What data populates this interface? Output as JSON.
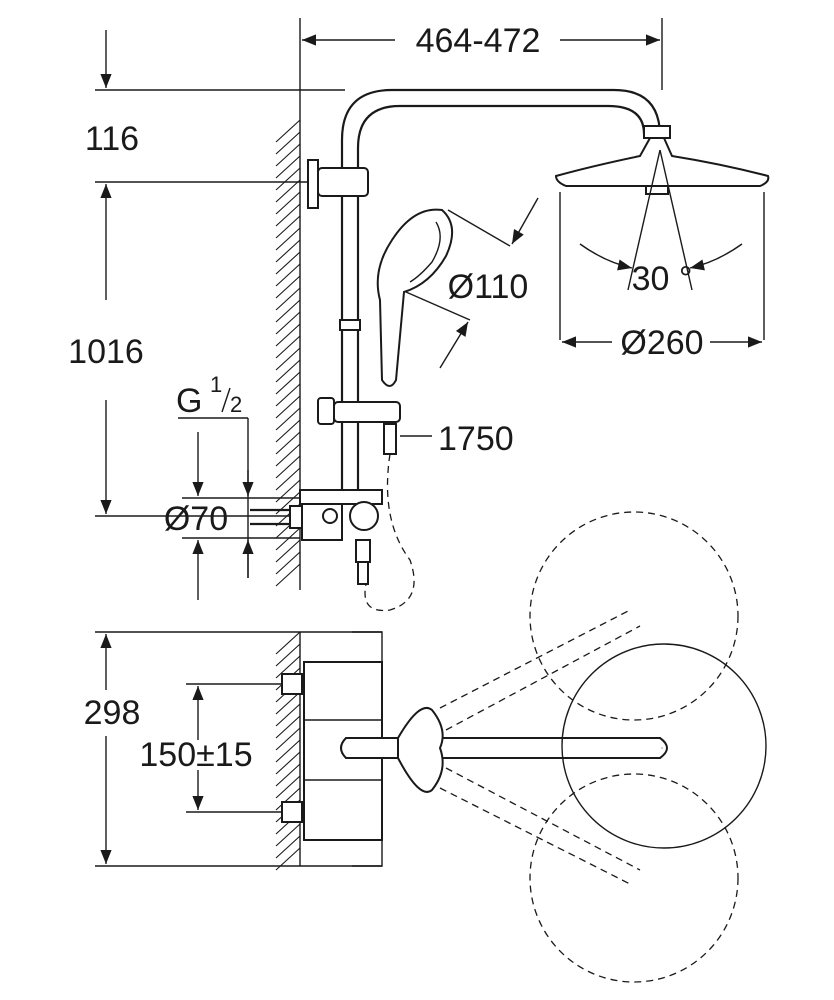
{
  "dimensions": {
    "arm_reach": "464-472",
    "top_offset": "116",
    "rail_height": "1016",
    "thread_prefix": "G",
    "thread_num": "1",
    "thread_den": "2",
    "mixer_diameter": "Ø70",
    "handshower_diameter": "Ø110",
    "spray_angle": "30 °",
    "headshower_diameter": "Ø260",
    "outlet_height": "1750",
    "projection": "298",
    "centers": "150±15"
  },
  "colors": {
    "line": "#1a1a1a",
    "background": "#ffffff"
  }
}
